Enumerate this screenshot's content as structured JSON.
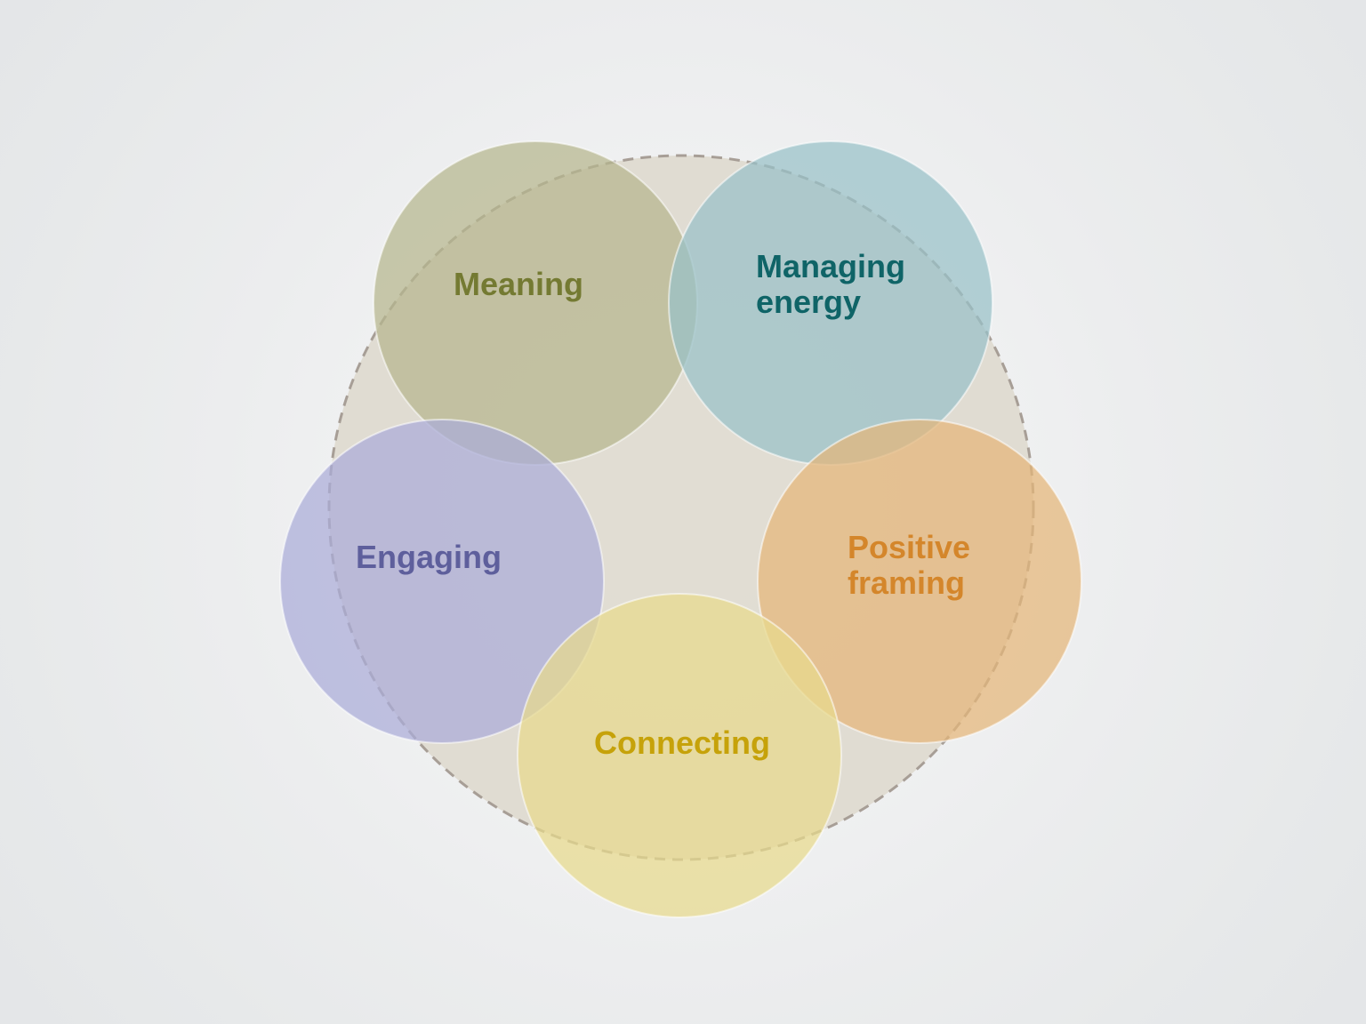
{
  "diagram": {
    "outer_ring": {
      "style": "dashed",
      "fill": "#ddd8cc",
      "stroke": "#a79e96"
    },
    "circles": [
      {
        "id": "meaning",
        "lines": [
          "Meaning"
        ],
        "fill": "#b5b58e",
        "text_color": "#747a32"
      },
      {
        "id": "managing-energy",
        "lines": [
          "Managing",
          "energy"
        ],
        "fill": "#98c0c8",
        "text_color": "#0f6467"
      },
      {
        "id": "positive-framing",
        "lines": [
          "Positive",
          "framing"
        ],
        "fill": "#e5b578",
        "text_color": "#d4862b"
      },
      {
        "id": "connecting",
        "lines": [
          "Connecting"
        ],
        "fill": "#e8da8c",
        "text_color": "#c6a20a"
      },
      {
        "id": "engaging",
        "lines": [
          "Engaging"
        ],
        "fill": "#aaacd8",
        "text_color": "#5e5f9c"
      }
    ]
  }
}
